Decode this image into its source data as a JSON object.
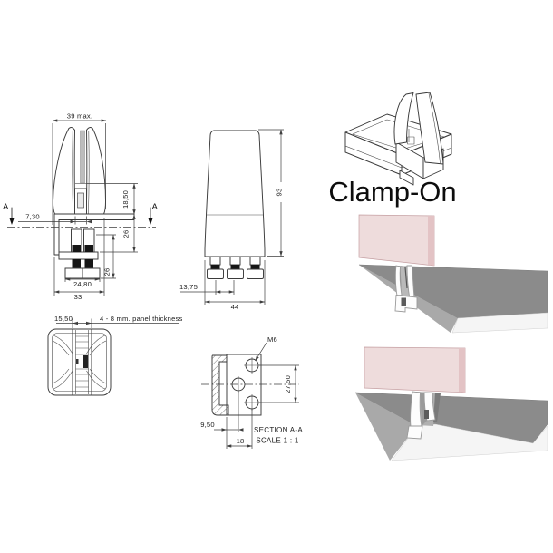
{
  "product": {
    "name": "Clamp-On"
  },
  "front_view": {
    "label_39": "39 max.",
    "label_7_30": "7,30",
    "label_18_50": "18,50",
    "label_26_right": "26",
    "label_26_lower": "26",
    "label_24_80": "24,80",
    "label_33": "33",
    "section_letter_left": "A",
    "section_letter_right": "A"
  },
  "side_view": {
    "label_93": "93",
    "label_13_75": "13,75",
    "label_44": "44"
  },
  "top_view": {
    "label_15_50": "15,50",
    "panel_note": "4 - 8 mm. panel thickness"
  },
  "section_view": {
    "label_m6": "M6",
    "label_27_50": "27,50",
    "label_9_50": "9,50",
    "label_18": "18",
    "title": "SECTION A-A",
    "scale": "SCALE 1 : 1"
  },
  "colors": {
    "line": "#3a3a3a",
    "panel_pink": "#ecd6d7",
    "panel_edge": "#dfb9bb",
    "desk_top": "#8b8b8b",
    "desk_front": "#f5f5f5",
    "desk_bevel": "#a9a9a9",
    "slot_shadow": "#7a7a7a",
    "clamp_white": "#fdfdfd"
  }
}
